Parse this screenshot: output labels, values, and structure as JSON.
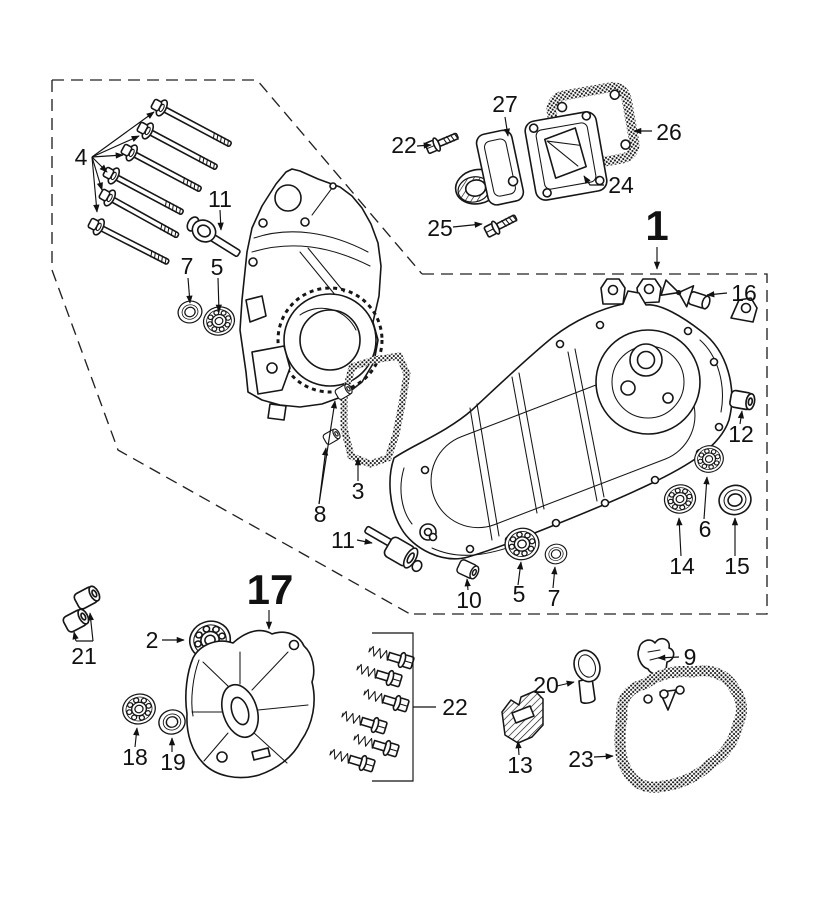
{
  "figure": {
    "kind": "exploded-parts-diagram",
    "subject": "engine crankcase assembly",
    "style": "black-and-white line art with dashed grouping boundary"
  },
  "colors": {
    "ink": "#161616",
    "background": "#ffffff",
    "leader": "#111111"
  },
  "labels": {
    "l4": "4",
    "l11a": "11",
    "l7a": "7",
    "l5a": "5",
    "l22a": "22",
    "l27": "27",
    "l26": "26",
    "l24": "24",
    "l25": "25",
    "l1": "1",
    "l16": "16",
    "l12": "12",
    "l6": "6",
    "l14": "14",
    "l15": "15",
    "l3": "3",
    "l8": "8",
    "l11b": "11",
    "l10": "10",
    "l5b": "5",
    "l7b": "7",
    "l17": "17",
    "l2": "2",
    "l21": "21",
    "l18": "18",
    "l19": "19",
    "l22b": "22",
    "l20": "20",
    "l9": "9",
    "l13": "13",
    "l23": "23"
  }
}
